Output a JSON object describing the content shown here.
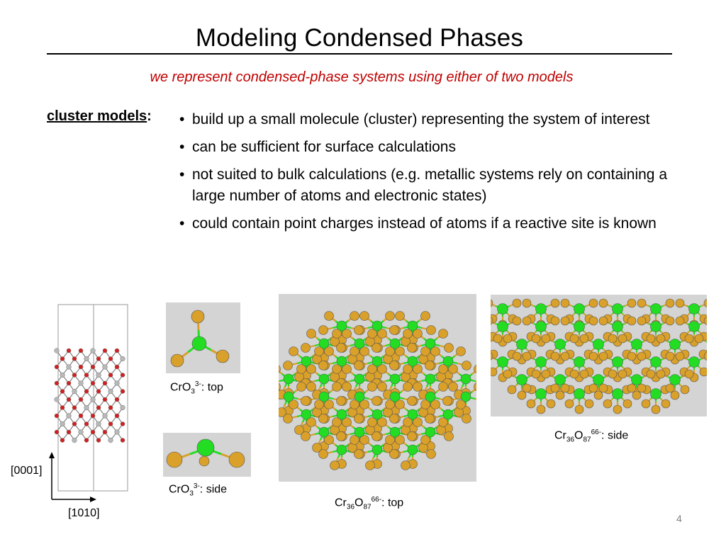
{
  "slide": {
    "title": "Modeling Condensed Phases",
    "subtitle": "we represent condensed-phase systems using either of two models",
    "section_label": "cluster models",
    "section_colon": ":",
    "bullets": [
      "build up a small molecule (cluster) representing the system of interest",
      "can be sufficient for surface calculations",
      "not suited to bulk calculations (e.g. metallic systems rely on containing a large number of atoms and electronic states)",
      "could contain point charges instead of atoms if a reactive site is known"
    ],
    "page_number": "4"
  },
  "figures": {
    "axis_vertical": "[0001]",
    "axis_horizontal": "[1010]",
    "caption_small_top": {
      "base": "CrO",
      "sub": "3",
      "sup": "3-",
      "suffix": ": top"
    },
    "caption_small_side": {
      "base": "CrO",
      "sub": "3",
      "sup": "3-",
      "suffix": ": side"
    },
    "caption_large_top": {
      "el1": "Cr",
      "sub1": "36",
      "el2": "O",
      "sub2": "87",
      "sup": "66-",
      "suffix": ": top"
    },
    "caption_large_side": {
      "el1": "Cr",
      "sub1": "36",
      "el2": "O",
      "sub2": "87",
      "sup": "66-",
      "suffix": ": side"
    }
  },
  "colors": {
    "subtitle": "#c00000",
    "chromium_atom": "#22dd22",
    "oxygen_atom": "#d9a02a",
    "panel_background": "#d4d4d4",
    "bulk_red_atom": "#d02020",
    "bulk_gray_atom": "#b8b8b8"
  }
}
